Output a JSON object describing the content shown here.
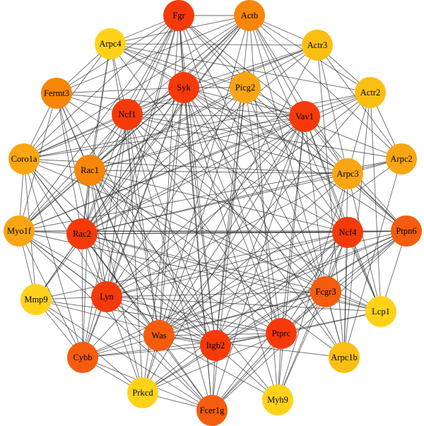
{
  "colors": {
    "red": "#f53a0a",
    "red_orange": "#f55c0d",
    "orange": "#f7860a",
    "light_orange": "#faa512",
    "gold": "#fbbf14",
    "yellow": "#ffd21a",
    "edge": "#303030"
  },
  "nodes": [
    {
      "id": "Fgr",
      "label": "Fgr",
      "color": "red"
    },
    {
      "id": "Actb",
      "label": "Actb",
      "color": "orange"
    },
    {
      "id": "Actr3",
      "label": "Actr3",
      "color": "gold"
    },
    {
      "id": "Actr2",
      "label": "Actr2",
      "color": "gold"
    },
    {
      "id": "Arpc2",
      "label": "Arpc2",
      "color": "light_orange"
    },
    {
      "id": "Ptpn6",
      "label": "Ptpn6",
      "color": "red_orange"
    },
    {
      "id": "Lcp1",
      "label": "Lcp1",
      "color": "yellow"
    },
    {
      "id": "Arpc1b",
      "label": "Arpc1b",
      "color": "gold"
    },
    {
      "id": "Myh9",
      "label": "Myh9",
      "color": "yellow"
    },
    {
      "id": "Fcer1g",
      "label": "Fcer1g",
      "color": "red_orange"
    },
    {
      "id": "Prkcd",
      "label": "Prkcd",
      "color": "yellow"
    },
    {
      "id": "Cybb",
      "label": "Cybb",
      "color": "red_orange"
    },
    {
      "id": "Mmp9",
      "label": "Mmp9",
      "color": "yellow"
    },
    {
      "id": "Myo1f",
      "label": "Myo1f",
      "color": "light_orange"
    },
    {
      "id": "Coro1a",
      "label": "Coro1a",
      "color": "light_orange"
    },
    {
      "id": "Fermt3",
      "label": "Fermt3",
      "color": "orange"
    },
    {
      "id": "Arpc4",
      "label": "Arpc4",
      "color": "yellow"
    },
    {
      "id": "Syk",
      "label": "Syk",
      "color": "red"
    },
    {
      "id": "Picg2",
      "label": "Picg2",
      "color": "light_orange"
    },
    {
      "id": "Vav1",
      "label": "Vav1",
      "color": "red"
    },
    {
      "id": "Arpc3",
      "label": "Arpc3",
      "color": "light_orange"
    },
    {
      "id": "Ncf4",
      "label": "Ncf4",
      "color": "red"
    },
    {
      "id": "Fcgr3",
      "label": "Fcgr3",
      "color": "red_orange"
    },
    {
      "id": "Ptprc",
      "label": "Ptprc",
      "color": "red"
    },
    {
      "id": "Itgb2",
      "label": "Itgb2",
      "color": "red"
    },
    {
      "id": "Was",
      "label": "Was",
      "color": "red_orange"
    },
    {
      "id": "Lyn",
      "label": "Lyn",
      "color": "red"
    },
    {
      "id": "Rac2",
      "label": "Rac2",
      "color": "red"
    },
    {
      "id": "Rac1",
      "label": "Rac1",
      "color": "orange"
    },
    {
      "id": "Ncf1",
      "label": "Ncf1",
      "color": "red"
    }
  ],
  "edges": [
    [
      "Fgr",
      "Syk"
    ],
    [
      "Fgr",
      "Vav1"
    ],
    [
      "Fgr",
      "Lyn"
    ],
    [
      "Fgr",
      "Ptprc"
    ],
    [
      "Fgr",
      "Itgb2"
    ],
    [
      "Fgr",
      "Fcgr3"
    ],
    [
      "Fgr",
      "Fcer1g"
    ],
    [
      "Fgr",
      "Rac2"
    ],
    [
      "Fgr",
      "Was"
    ],
    [
      "Fgr",
      "Ncf1"
    ],
    [
      "Fgr",
      "Ptpn6"
    ],
    [
      "Fgr",
      "Cybb"
    ],
    [
      "Fgr",
      "Myo1f"
    ],
    [
      "Fgr",
      "Arpc4"
    ],
    [
      "Fgr",
      "Fermt3"
    ],
    [
      "Fgr",
      "Picg2"
    ],
    [
      "Fgr",
      "Coro1a"
    ],
    [
      "Fgr",
      "Actb"
    ],
    [
      "Fgr",
      "Rac1"
    ],
    [
      "Actb",
      "Actr3"
    ],
    [
      "Actb",
      "Actr2"
    ],
    [
      "Actb",
      "Arpc2"
    ],
    [
      "Actb",
      "Arpc3"
    ],
    [
      "Actb",
      "Arpc1b"
    ],
    [
      "Actb",
      "Arpc4"
    ],
    [
      "Actb",
      "Myh9"
    ],
    [
      "Actb",
      "Rac1"
    ],
    [
      "Actb",
      "Rac2"
    ],
    [
      "Actb",
      "Was"
    ],
    [
      "Actb",
      "Coro1a"
    ],
    [
      "Actb",
      "Vav1"
    ],
    [
      "Actb",
      "Lcp1"
    ],
    [
      "Actb",
      "Itgb2"
    ],
    [
      "Actb",
      "Fermt3"
    ],
    [
      "Actb",
      "Myo1f"
    ],
    [
      "Actb",
      "Syk"
    ],
    [
      "Actb",
      "Mmp9"
    ],
    [
      "Actb",
      "Ncf1"
    ],
    [
      "Actr3",
      "Actr2"
    ],
    [
      "Actr3",
      "Arpc2"
    ],
    [
      "Actr3",
      "Arpc3"
    ],
    [
      "Actr3",
      "Arpc1b"
    ],
    [
      "Actr3",
      "Arpc4"
    ],
    [
      "Actr3",
      "Was"
    ],
    [
      "Actr3",
      "Rac1"
    ],
    [
      "Actr3",
      "Coro1a"
    ],
    [
      "Actr3",
      "Syk"
    ],
    [
      "Actr3",
      "Ncf1"
    ],
    [
      "Actr3",
      "Rac2"
    ],
    [
      "Actr2",
      "Arpc2"
    ],
    [
      "Actr2",
      "Arpc3"
    ],
    [
      "Actr2",
      "Arpc1b"
    ],
    [
      "Actr2",
      "Arpc4"
    ],
    [
      "Actr2",
      "Was"
    ],
    [
      "Actr2",
      "Rac1"
    ],
    [
      "Actr2",
      "Coro1a"
    ],
    [
      "Actr2",
      "Lyn"
    ],
    [
      "Actr2",
      "Rac2"
    ],
    [
      "Actr2",
      "Myo1f"
    ],
    [
      "Arpc2",
      "Arpc3"
    ],
    [
      "Arpc2",
      "Arpc1b"
    ],
    [
      "Arpc2",
      "Arpc4"
    ],
    [
      "Arpc2",
      "Was"
    ],
    [
      "Arpc2",
      "Ncf1"
    ],
    [
      "Arpc2",
      "Myo1f"
    ],
    [
      "Arpc2",
      "Rac2"
    ],
    [
      "Ptpn6",
      "Syk"
    ],
    [
      "Ptpn6",
      "Lyn"
    ],
    [
      "Ptpn6",
      "Vav1"
    ],
    [
      "Ptpn6",
      "Ptprc"
    ],
    [
      "Ptpn6",
      "Fcgr3"
    ],
    [
      "Ptpn6",
      "Fcer1g"
    ],
    [
      "Ptpn6",
      "Itgb2"
    ],
    [
      "Ptpn6",
      "Rac2"
    ],
    [
      "Ptpn6",
      "Ncf4"
    ],
    [
      "Ptpn6",
      "Cybb"
    ],
    [
      "Ptpn6",
      "Was"
    ],
    [
      "Ptpn6",
      "Myo1f"
    ],
    [
      "Ptpn6",
      "Prkcd"
    ],
    [
      "Ptpn6",
      "Lcp1"
    ],
    [
      "Ptpn6",
      "Picg2"
    ],
    [
      "Ptpn6",
      "Arpc3"
    ],
    [
      "Lcp1",
      "Ptprc"
    ],
    [
      "Lcp1",
      "Itgb2"
    ],
    [
      "Lcp1",
      "Coro1a"
    ],
    [
      "Lcp1",
      "Vav1"
    ],
    [
      "Lcp1",
      "Fcgr3"
    ],
    [
      "Lcp1",
      "Rac2"
    ],
    [
      "Lcp1",
      "Lyn"
    ],
    [
      "Lcp1",
      "Myo1f"
    ],
    [
      "Lcp1",
      "Ncf4"
    ],
    [
      "Lcp1",
      "Arpc3"
    ],
    [
      "Lcp1",
      "Fermt3"
    ],
    [
      "Lcp1",
      "Actr2"
    ],
    [
      "Arpc1b",
      "Arpc3"
    ],
    [
      "Arpc1b",
      "Arpc4"
    ],
    [
      "Arpc1b",
      "Was"
    ],
    [
      "Arpc1b",
      "Syk"
    ],
    [
      "Arpc1b",
      "Ncf4"
    ],
    [
      "Arpc1b",
      "Rac1"
    ],
    [
      "Arpc1b",
      "Fcgr3"
    ],
    [
      "Myh9",
      "Itgb2"
    ],
    [
      "Myh9",
      "Ptprc"
    ],
    [
      "Myh9",
      "Vav1"
    ],
    [
      "Myh9",
      "Was"
    ],
    [
      "Myh9",
      "Fcgr3"
    ],
    [
      "Myh9",
      "Rac1"
    ],
    [
      "Myh9",
      "Ncf4"
    ],
    [
      "Myh9",
      "Syk"
    ],
    [
      "Myh9",
      "Arpc3"
    ],
    [
      "Fcer1g",
      "Syk"
    ],
    [
      "Fcer1g",
      "Lyn"
    ],
    [
      "Fcer1g",
      "Fcgr3"
    ],
    [
      "Fcer1g",
      "Itgb2"
    ],
    [
      "Fcer1g",
      "Ptprc"
    ],
    [
      "Fcer1g",
      "Was"
    ],
    [
      "Fcer1g",
      "Vav1"
    ],
    [
      "Fcer1g",
      "Cybb"
    ],
    [
      "Fcer1g",
      "Rac2"
    ],
    [
      "Fcer1g",
      "Prkcd"
    ],
    [
      "Fcer1g",
      "Ncf1"
    ],
    [
      "Fcer1g",
      "Picg2"
    ],
    [
      "Fcer1g",
      "Mmp9"
    ],
    [
      "Fcer1g",
      "Ncf4"
    ],
    [
      "Fcer1g",
      "Myo1f"
    ],
    [
      "Prkcd",
      "Syk"
    ],
    [
      "Prkcd",
      "Lyn"
    ],
    [
      "Prkcd",
      "Ncf1"
    ],
    [
      "Prkcd",
      "Vav1"
    ],
    [
      "Prkcd",
      "Picg2"
    ],
    [
      "Prkcd",
      "Cybb"
    ],
    [
      "Prkcd",
      "Rac1"
    ],
    [
      "Prkcd",
      "Ptprc"
    ],
    [
      "Prkcd",
      "Itgb2"
    ],
    [
      "Prkcd",
      "Was"
    ],
    [
      "Prkcd",
      "Mmp9"
    ],
    [
      "Prkcd",
      "Ncf4"
    ],
    [
      "Cybb",
      "Ncf1"
    ],
    [
      "Cybb",
      "Ncf4"
    ],
    [
      "Cybb",
      "Rac2"
    ],
    [
      "Cybb",
      "Rac1"
    ],
    [
      "Cybb",
      "Itgb2"
    ],
    [
      "Cybb",
      "Syk"
    ],
    [
      "Cybb",
      "Lyn"
    ],
    [
      "Cybb",
      "Mmp9"
    ],
    [
      "Cybb",
      "Vav1"
    ],
    [
      "Cybb",
      "Ptprc"
    ],
    [
      "Cybb",
      "Coro1a"
    ],
    [
      "Cybb",
      "Myo1f"
    ],
    [
      "Cybb",
      "Fcgr3"
    ],
    [
      "Mmp9",
      "Itgb2"
    ],
    [
      "Mmp9",
      "Rac2"
    ],
    [
      "Mmp9",
      "Lyn"
    ],
    [
      "Mmp9",
      "Syk"
    ],
    [
      "Mmp9",
      "Ptprc"
    ],
    [
      "Mmp9",
      "Coro1a"
    ],
    [
      "Mmp9",
      "Myo1f"
    ],
    [
      "Mmp9",
      "Ncf4"
    ],
    [
      "Myo1f",
      "Rac2"
    ],
    [
      "Myo1f",
      "Lyn"
    ],
    [
      "Myo1f",
      "Itgb2"
    ],
    [
      "Myo1f",
      "Ncf1"
    ],
    [
      "Myo1f",
      "Syk"
    ],
    [
      "Myo1f",
      "Coro1a"
    ],
    [
      "Myo1f",
      "Fermt3"
    ],
    [
      "Myo1f",
      "Rac1"
    ],
    [
      "Myo1f",
      "Ncf4"
    ],
    [
      "Myo1f",
      "Was"
    ],
    [
      "Myo1f",
      "Vav1"
    ],
    [
      "Coro1a",
      "Rac2"
    ],
    [
      "Coro1a",
      "Rac1"
    ],
    [
      "Coro1a",
      "Ncf1"
    ],
    [
      "Coro1a",
      "Lyn"
    ],
    [
      "Coro1a",
      "Itgb2"
    ],
    [
      "Coro1a",
      "Was"
    ],
    [
      "Coro1a",
      "Arpc3"
    ],
    [
      "Coro1a",
      "Fermt3"
    ],
    [
      "Coro1a",
      "Syk"
    ],
    [
      "Coro1a",
      "Arpc4"
    ],
    [
      "Coro1a",
      "Vav1"
    ],
    [
      "Fermt3",
      "Itgb2"
    ],
    [
      "Fermt3",
      "Rac1"
    ],
    [
      "Fermt3",
      "Rac2"
    ],
    [
      "Fermt3",
      "Syk"
    ],
    [
      "Fermt3",
      "Vav1"
    ],
    [
      "Fermt3",
      "Lyn"
    ],
    [
      "Fermt3",
      "Arpc4"
    ],
    [
      "Fermt3",
      "Ncf1"
    ],
    [
      "Fermt3",
      "Was"
    ],
    [
      "Arpc4",
      "Arpc3"
    ],
    [
      "Arpc4",
      "Was"
    ],
    [
      "Arpc4",
      "Rac1"
    ],
    [
      "Arpc4",
      "Syk"
    ],
    [
      "Arpc4",
      "Ncf1"
    ],
    [
      "Arpc4",
      "Picg2"
    ],
    [
      "Arpc4",
      "Rac2"
    ],
    [
      "Syk",
      "Vav1"
    ],
    [
      "Syk",
      "Lyn"
    ],
    [
      "Syk",
      "Picg2"
    ],
    [
      "Syk",
      "Itgb2"
    ],
    [
      "Syk",
      "Ptprc"
    ],
    [
      "Syk",
      "Fcgr3"
    ],
    [
      "Syk",
      "Rac2"
    ],
    [
      "Syk",
      "Rac1"
    ],
    [
      "Syk",
      "Was"
    ],
    [
      "Syk",
      "Ncf1"
    ],
    [
      "Syk",
      "Ncf4"
    ],
    [
      "Syk",
      "Arpc3"
    ],
    [
      "Picg2",
      "Vav1"
    ],
    [
      "Picg2",
      "Lyn"
    ],
    [
      "Picg2",
      "Rac2"
    ],
    [
      "Picg2",
      "Itgb2"
    ],
    [
      "Picg2",
      "Ptprc"
    ],
    [
      "Picg2",
      "Fcgr3"
    ],
    [
      "Picg2",
      "Rac1"
    ],
    [
      "Picg2",
      "Ncf4"
    ],
    [
      "Vav1",
      "Rac1"
    ],
    [
      "Vav1",
      "Rac2"
    ],
    [
      "Vav1",
      "Lyn"
    ],
    [
      "Vav1",
      "Itgb2"
    ],
    [
      "Vav1",
      "Ptprc"
    ],
    [
      "Vav1",
      "Was"
    ],
    [
      "Vav1",
      "Ncf1"
    ],
    [
      "Vav1",
      "Fcgr3"
    ],
    [
      "Vav1",
      "Ncf4"
    ],
    [
      "Vav1",
      "Arpc3"
    ],
    [
      "Arpc3",
      "Was"
    ],
    [
      "Arpc3",
      "Rac1"
    ],
    [
      "Arpc3",
      "Rac2"
    ],
    [
      "Arpc3",
      "Ncf1"
    ],
    [
      "Arpc3",
      "Lyn"
    ],
    [
      "Arpc3",
      "Fcgr3"
    ],
    [
      "Ncf4",
      "Ncf1"
    ],
    [
      "Ncf4",
      "Rac2"
    ],
    [
      "Ncf4",
      "Rac1"
    ],
    [
      "Ncf4",
      "Lyn"
    ],
    [
      "Ncf4",
      "Itgb2"
    ],
    [
      "Ncf4",
      "Ptprc"
    ],
    [
      "Ncf4",
      "Fcgr3"
    ],
    [
      "Ncf4",
      "Was"
    ],
    [
      "Fcgr3",
      "Lyn"
    ],
    [
      "Fcgr3",
      "Itgb2"
    ],
    [
      "Fcgr3",
      "Ptprc"
    ],
    [
      "Fcgr3",
      "Rac2"
    ],
    [
      "Fcgr3",
      "Was"
    ],
    [
      "Fcgr3",
      "Ncf1"
    ],
    [
      "Fcgr3",
      "Rac1"
    ],
    [
      "Ptprc",
      "Lyn"
    ],
    [
      "Ptprc",
      "Itgb2"
    ],
    [
      "Ptprc",
      "Was"
    ],
    [
      "Ptprc",
      "Rac2"
    ],
    [
      "Ptprc",
      "Ncf1"
    ],
    [
      "Ptprc",
      "Rac1"
    ],
    [
      "Itgb2",
      "Lyn"
    ],
    [
      "Itgb2",
      "Rac2"
    ],
    [
      "Itgb2",
      "Was"
    ],
    [
      "Itgb2",
      "Rac1"
    ],
    [
      "Itgb2",
      "Ncf1"
    ],
    [
      "Was",
      "Lyn"
    ],
    [
      "Was",
      "Rac2"
    ],
    [
      "Was",
      "Rac1"
    ],
    [
      "Was",
      "Ncf1"
    ],
    [
      "Lyn",
      "Rac2"
    ],
    [
      "Lyn",
      "Rac1"
    ],
    [
      "Lyn",
      "Ncf1"
    ],
    [
      "Rac2",
      "Rac1"
    ],
    [
      "Rac2",
      "Ncf1"
    ],
    [
      "Rac1",
      "Ncf1"
    ]
  ]
}
